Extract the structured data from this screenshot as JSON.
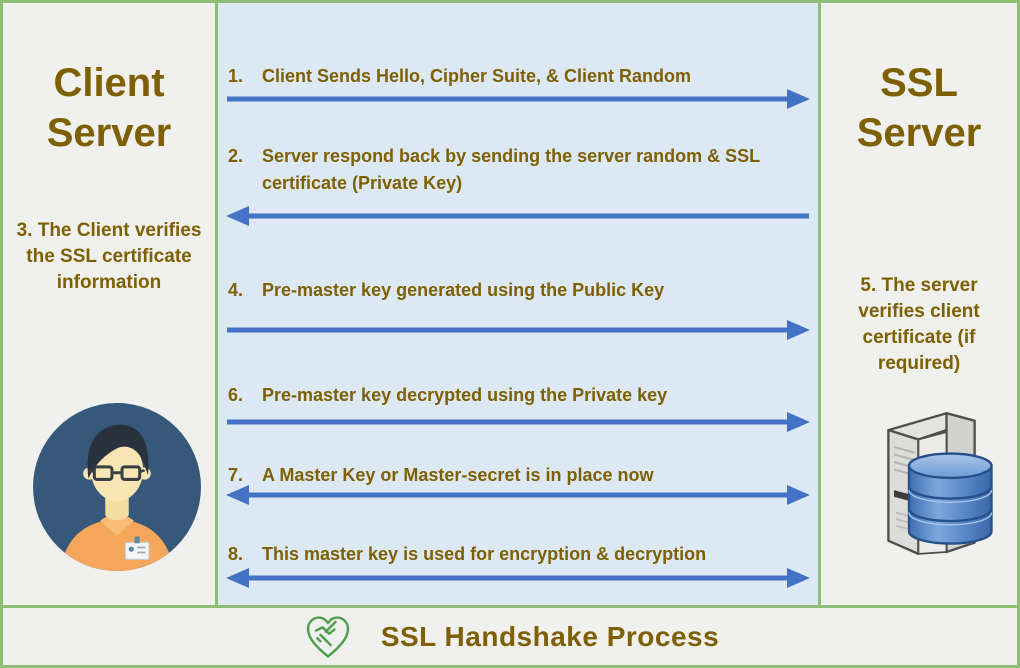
{
  "diagram_title": "SSL Handshake Process",
  "colors": {
    "border_green": "#90bd74",
    "panel_gray": "#f0f0ee",
    "panel_blue": "#dce8f4",
    "text_gold": "#7f6000",
    "arrow_blue": "#4472c4",
    "icon_green": "#4f9f4c"
  },
  "left_panel": {
    "title": "Client Server",
    "note": "3. The Client verifies the SSL certificate information",
    "icon": "person-avatar-icon"
  },
  "right_panel": {
    "title": "SSL Server",
    "note": "5. The server verifies client certificate (if required)",
    "icon": "server-database-icon"
  },
  "steps": [
    {
      "num": "1.",
      "text": "Client Sends Hello, Cipher Suite, & Client Random",
      "direction": "right"
    },
    {
      "num": "2.",
      "text": "Server respond back by sending the server random & SSL certificate (Private Key)",
      "direction": "left"
    },
    {
      "num": "4.",
      "text": "Pre-master key generated using the Public Key",
      "direction": "right"
    },
    {
      "num": "6.",
      "text": "Pre-master key decrypted using the Private key",
      "direction": "right"
    },
    {
      "num": "7.",
      "text": "A Master Key or Master-secret is in place now",
      "direction": "both"
    },
    {
      "num": "8.",
      "text": "This master key is used for encryption & decryption",
      "direction": "both"
    }
  ],
  "footer": {
    "label": "SSL Handshake Process",
    "icon": "handshake-heart-icon"
  }
}
